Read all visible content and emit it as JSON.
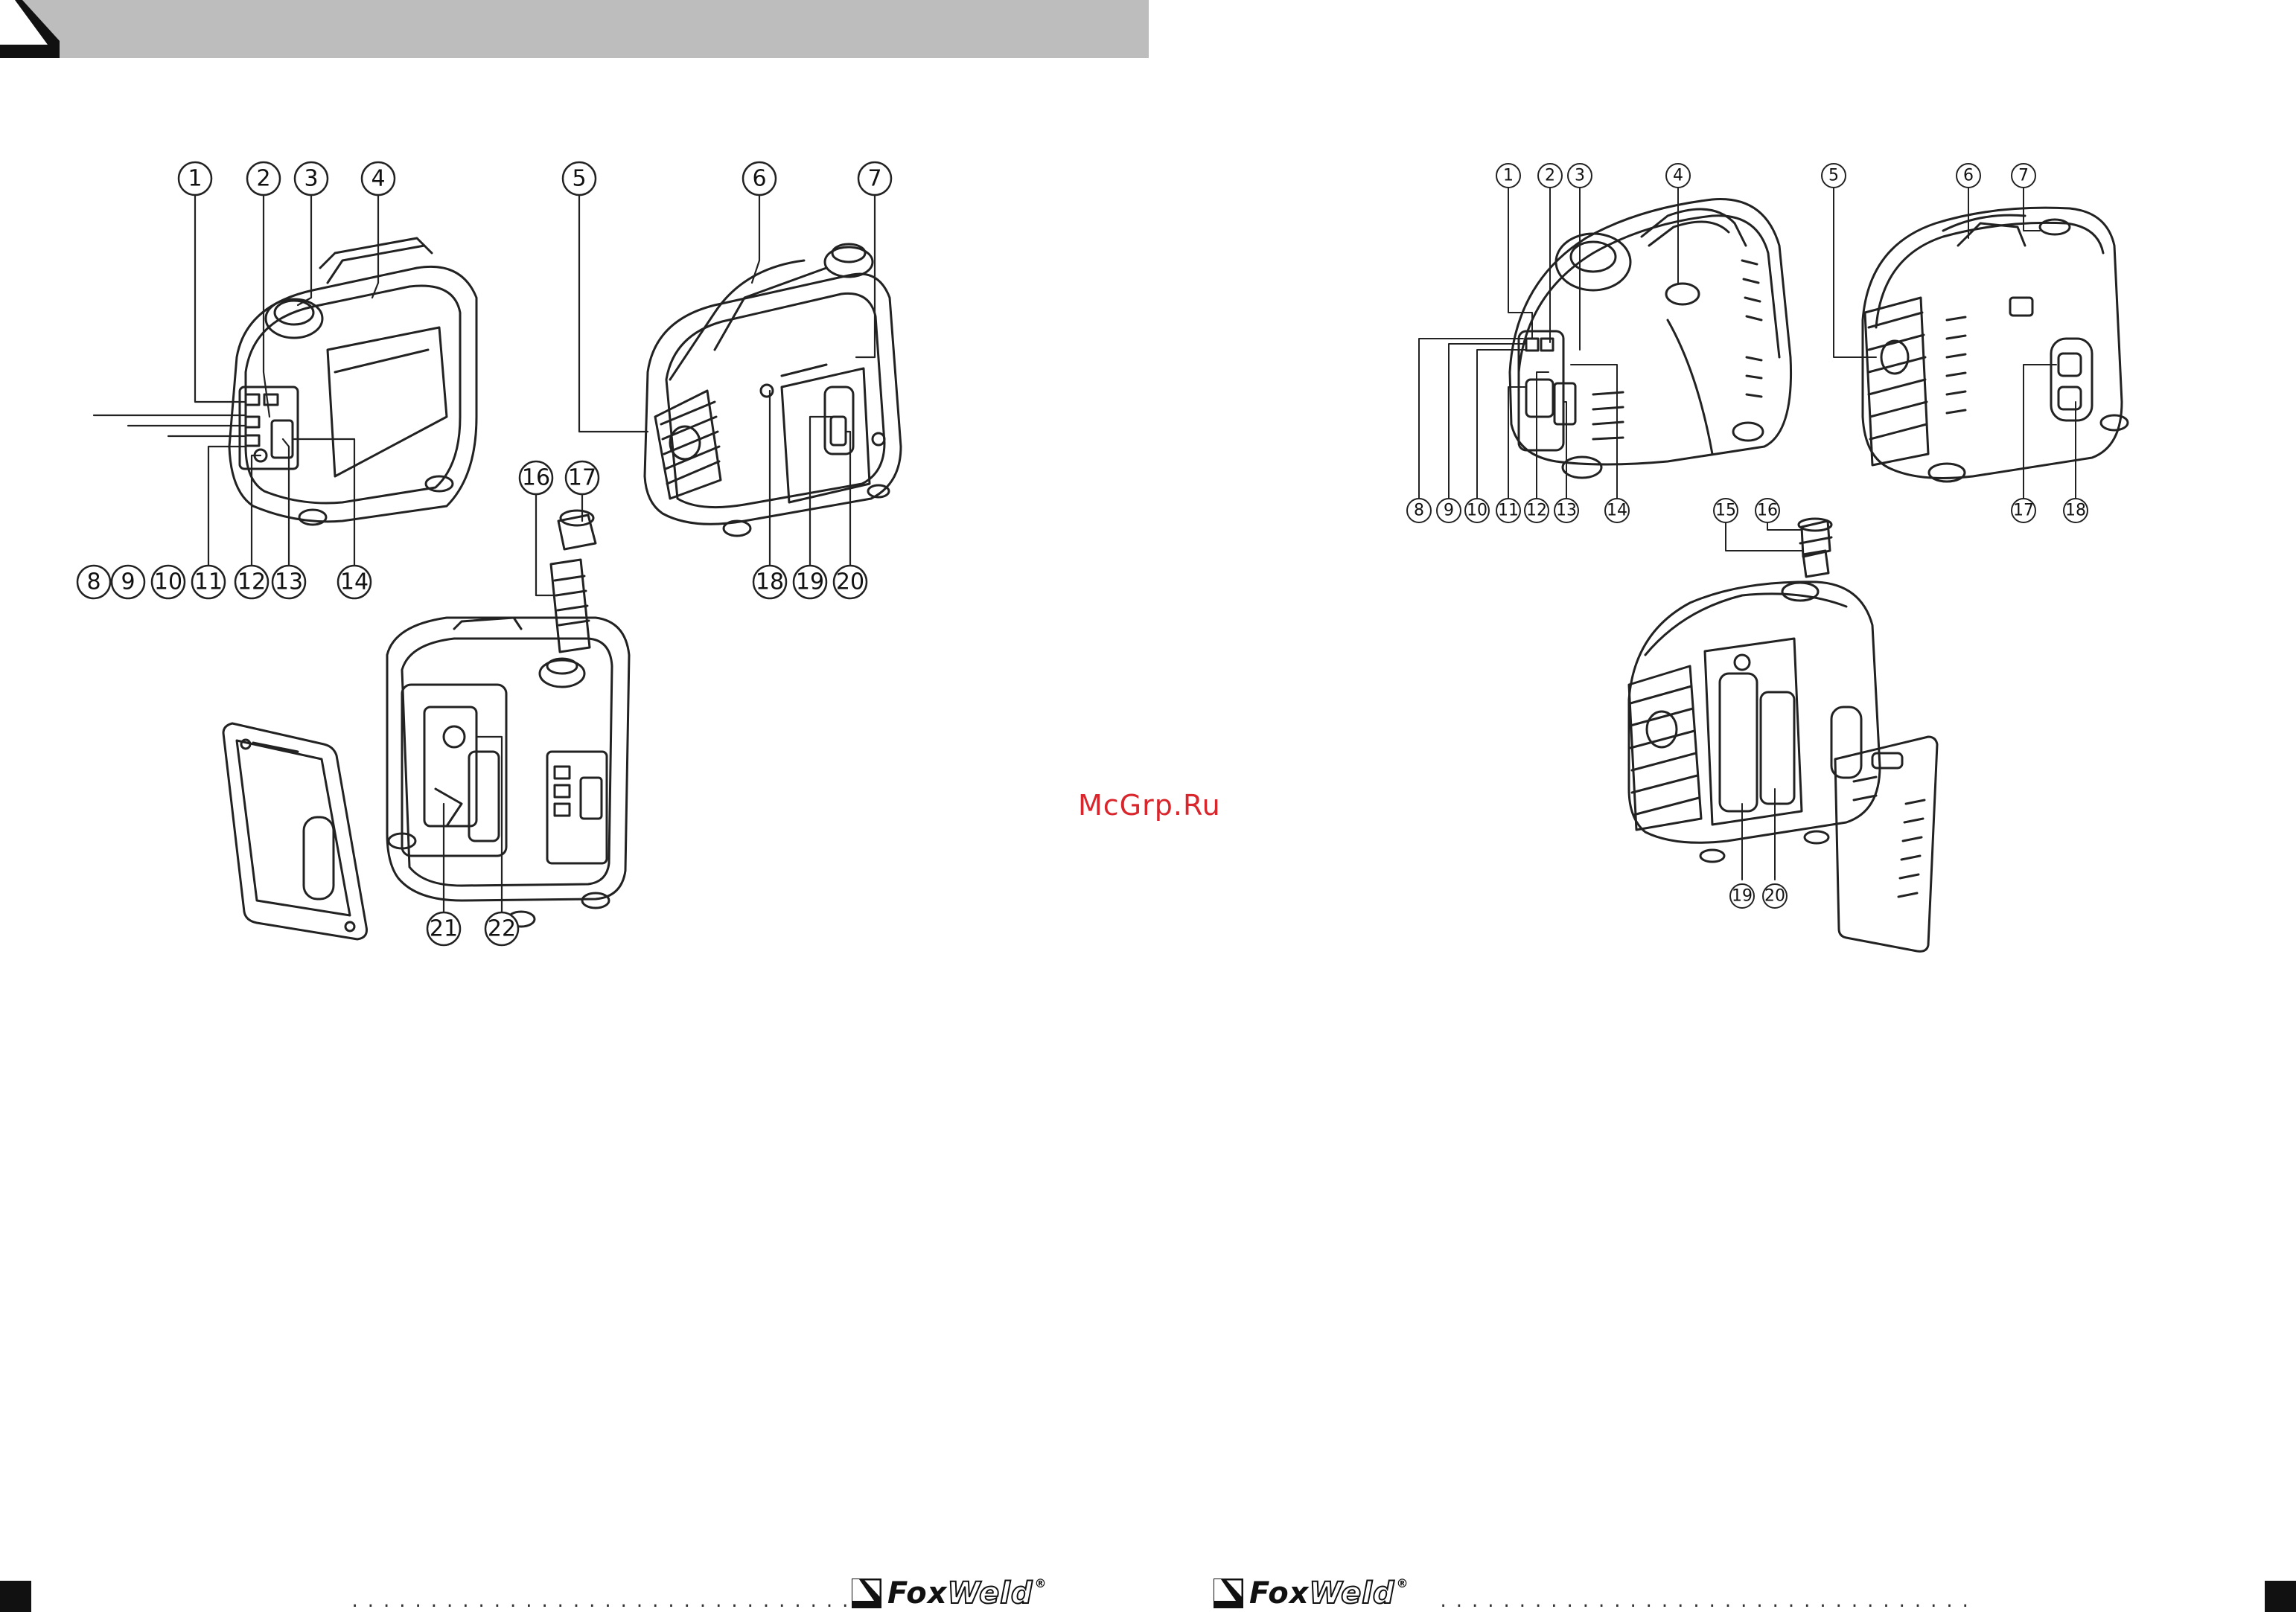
{
  "watermark": "McGrp.Ru",
  "brand": {
    "fox": "Fox",
    "weld": "Weld",
    "reg": "®"
  },
  "footer": {
    "dots_left": "..................................",
    "dots_right": ".................................."
  },
  "left_figure": {
    "callouts": [
      "1",
      "2",
      "3",
      "4",
      "5",
      "6",
      "7",
      "8",
      "9",
      "10",
      "11",
      "12",
      "13",
      "14",
      "16",
      "17",
      "18",
      "19",
      "20",
      "21",
      "22"
    ]
  },
  "right_figure": {
    "callouts": [
      "1",
      "2",
      "3",
      "4",
      "5",
      "6",
      "7",
      "8",
      "9",
      "10",
      "11",
      "12",
      "13",
      "14",
      "15",
      "16",
      "17",
      "18",
      "19",
      "20"
    ]
  }
}
